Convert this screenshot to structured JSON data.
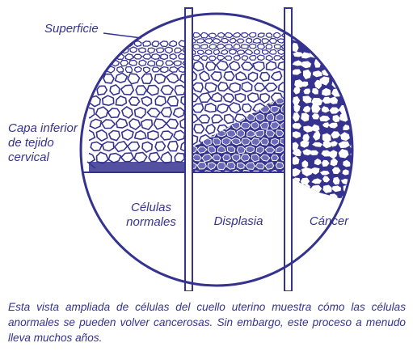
{
  "colors": {
    "ink": "#35338f",
    "background": "#ffffff"
  },
  "labels": {
    "superficie": "Superficie",
    "capa_inferior": [
      "Capa inferior",
      "de tejido",
      "cervical"
    ],
    "celulas_normales": [
      "Células",
      "normales"
    ],
    "displasia": "Displasia",
    "cancer": "Cáncer"
  },
  "caption": "Esta vista ampliada de células del cuello uterino muestra cómo las células anormales se pueden volver cancerosas. Sin embargo, este proceso a menudo lleva muchos años."
}
